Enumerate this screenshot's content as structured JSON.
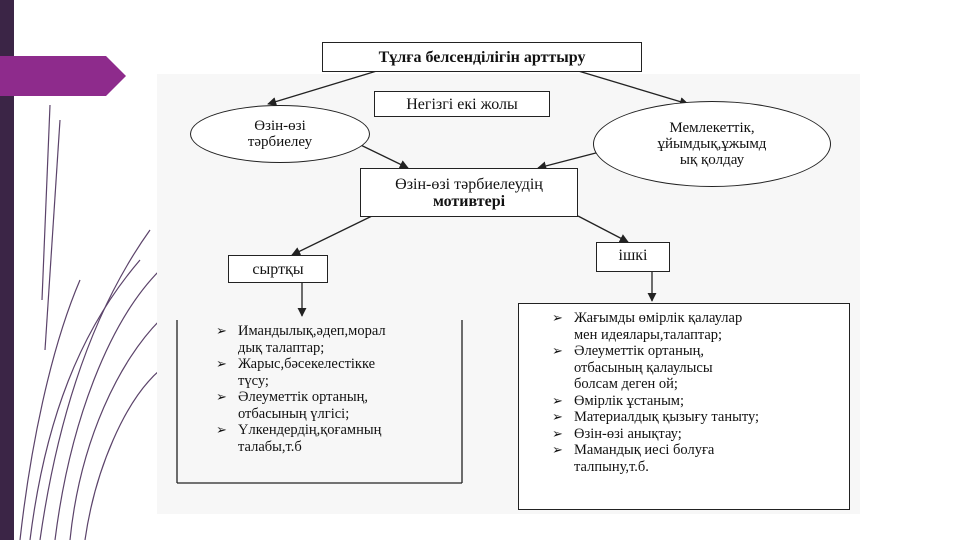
{
  "title": "Тұлға белсенділігін арттыру",
  "subtitle": "Негізгі екі жолы",
  "left_ellipse": {
    "line1": "Өзін-өзі",
    "line2": "тәрбиелеу"
  },
  "right_ellipse": {
    "line1": "Мемлекеттік,",
    "line2": "ұйымдық,ұжымд",
    "line3": "ық қолдау"
  },
  "center_box": {
    "line1": "Өзін-өзі тәрбиелеудің",
    "line2": "мотивтері"
  },
  "external_label": "сыртқы",
  "internal_label": "ішкі",
  "bullet_glyph": "➢",
  "external_items": [
    {
      "line1": "Имандылық,әдеп,морал",
      "line2": "дық талаптар;"
    },
    {
      "line1": "Жарыс,бәсекелестікке",
      "line2": "түсу;"
    },
    {
      "line1": "Әлеуметтік ортаның,",
      "line2": "отбасының үлгісі;"
    },
    {
      "line1": "Үлкендердің,қоғамның",
      "line2": "талабы,т.б"
    }
  ],
  "internal_items": [
    {
      "line1": "Жағымды өмірлік қалаулар",
      "line2": "мен идеялары,талаптар;"
    },
    {
      "line1": "Әлеуметтік ортаның,",
      "line2": "отбасының қалаулысы",
      "line3": "болсам деген ой;"
    },
    {
      "line1": "Өмірлік ұстаным;"
    },
    {
      "line1": "Материалдық қызығу таныту;"
    },
    {
      "line1": "Өзін-өзі анықтау;"
    },
    {
      "line1": "Мамандық иесі болуға",
      "line2": "талпыну,т.б."
    }
  ],
  "colors": {
    "accent_purple": "#8e2b8c",
    "sidebar": "#3b2546",
    "line": "#222222"
  }
}
